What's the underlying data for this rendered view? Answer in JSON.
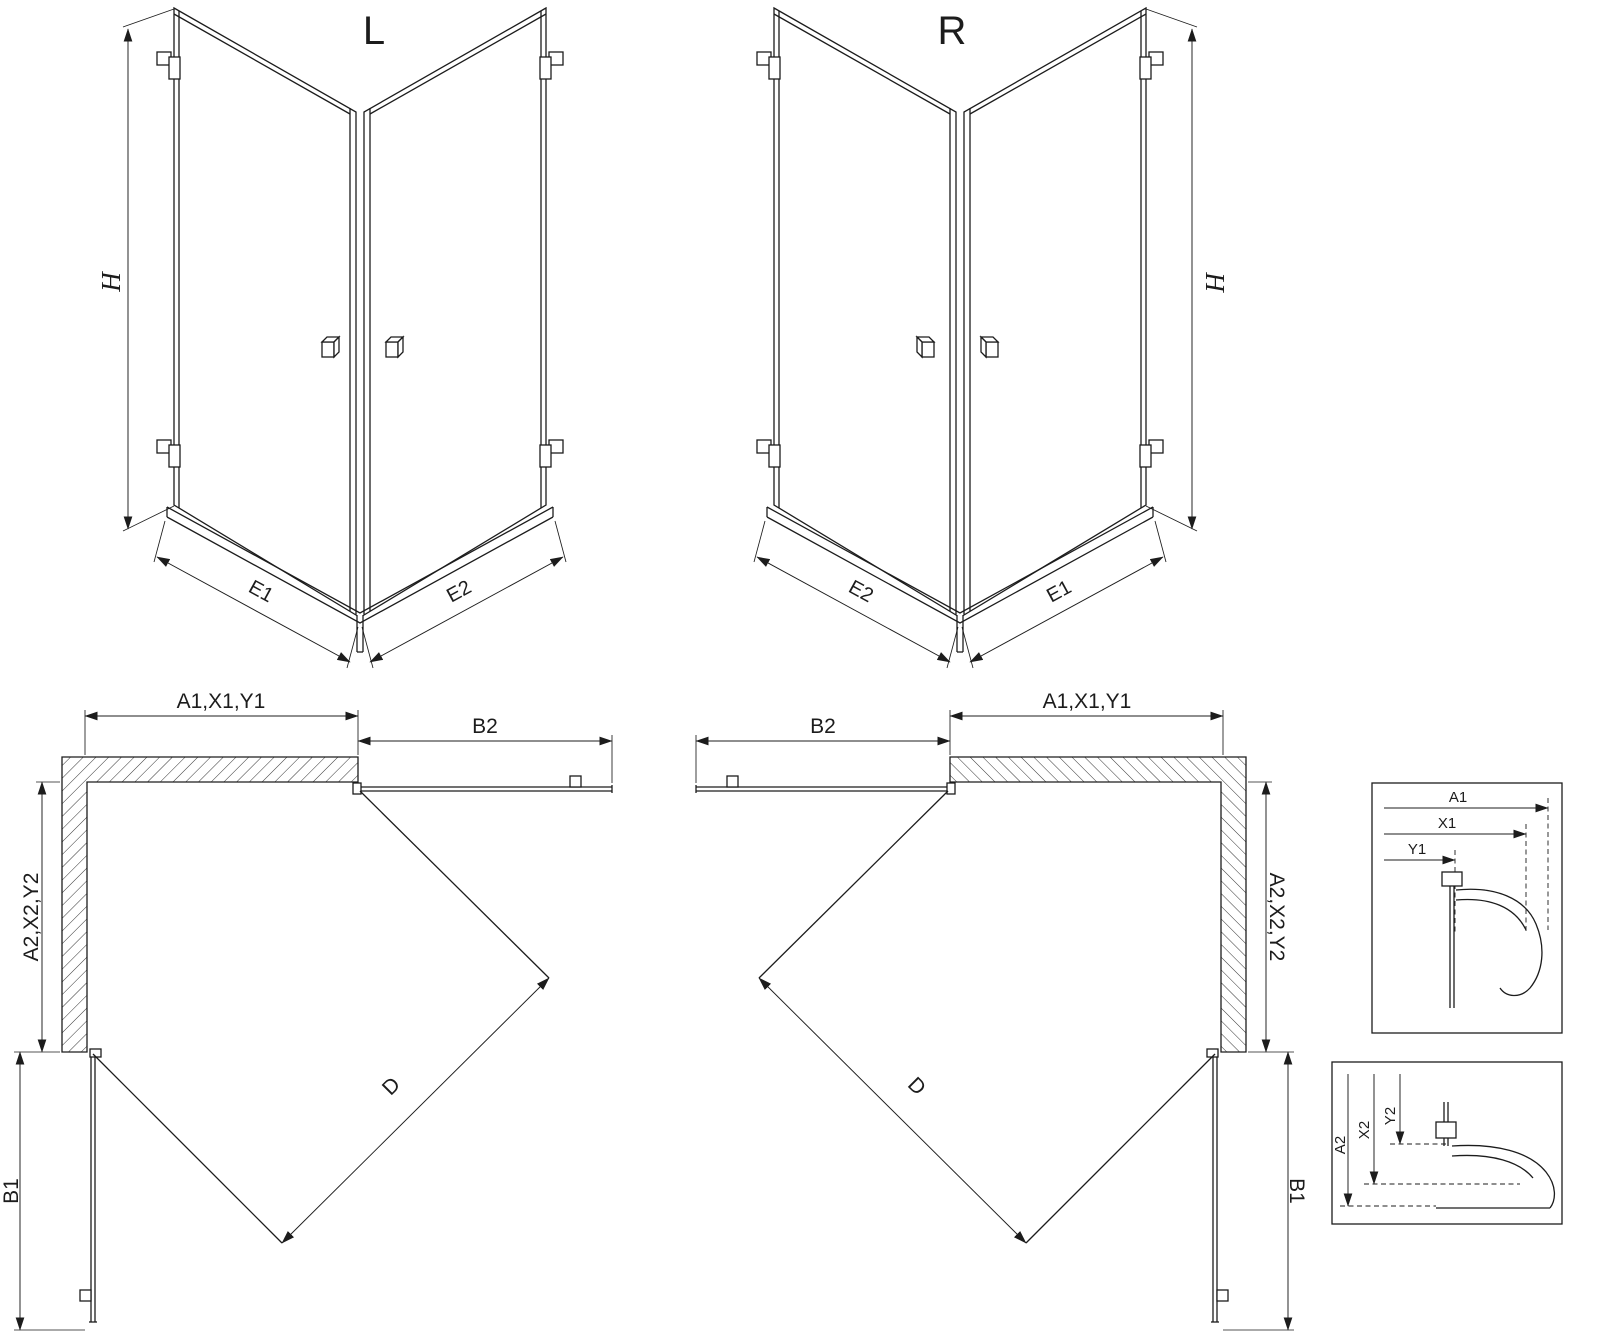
{
  "labels": {
    "variant_left": "L",
    "variant_right": "R",
    "height": "H",
    "edge_e1": "E1",
    "edge_e2": "E2",
    "plan_top_a": "A1,X1,Y1",
    "plan_top_b": "B2",
    "plan_side_a": "A2,X2,Y2",
    "plan_side_b": "B1",
    "plan_diagonal": "D",
    "detail_a1": "A1",
    "detail_x1": "X1",
    "detail_y1": "Y1",
    "detail_a2": "A2",
    "detail_x2": "X2",
    "detail_y2": "Y2"
  },
  "colors": {
    "line": "#1c1c1c",
    "background": "#ffffff"
  }
}
